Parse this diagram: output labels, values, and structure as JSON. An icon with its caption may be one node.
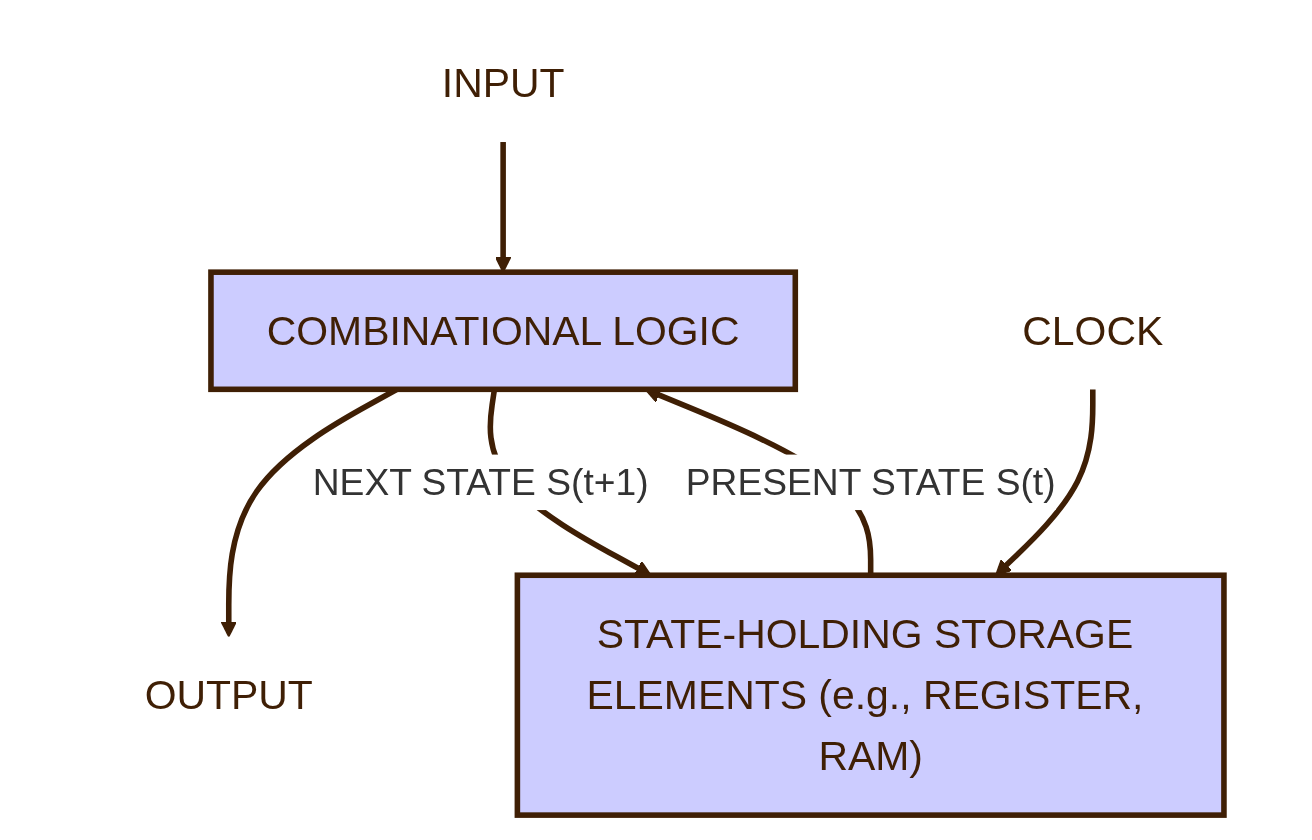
{
  "diagram": {
    "nodes": [
      {
        "text": [
          "COMBINATIONAL LOGIC"
        ]
      },
      {
        "text": [
          "STATE-HOLDING STORAGE ELEMENTS (e.g., REGISTER, RAM)"
        ]
      },
      {
        "text": [
          "INPUT"
        ]
      },
      {
        "text": [
          "OUTPUT"
        ]
      },
      {
        "text": [
          "CLOCK"
        ]
      }
    ],
    "edges": [
      {
        "from": 2,
        "to": 0,
        "arrow": "to"
      },
      {
        "from": 0,
        "to": 3,
        "arrow": "to"
      },
      {
        "from": 1,
        "to": 0,
        "arrow": "to",
        "label": "PRESENT STATE S(t)"
      },
      {
        "from": 0,
        "to": 1,
        "arrow": "to",
        "label": "NEXT STATE S(t+1)"
      },
      {
        "from": 4,
        "to": 1,
        "arrow": "to"
      }
    ]
  }
}
